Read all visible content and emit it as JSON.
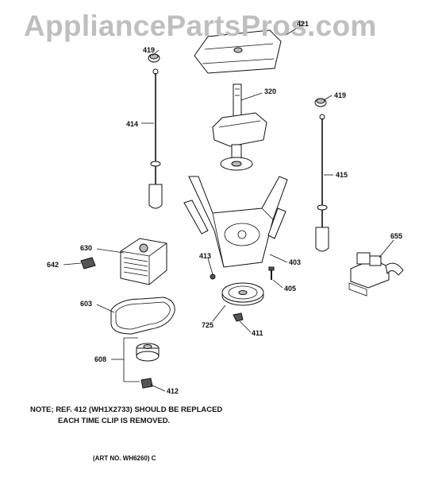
{
  "watermark": "AppliancePartsPros.com",
  "labels": {
    "p421": "421",
    "p419a": "419",
    "p419b": "419",
    "p414": "414",
    "p415": "415",
    "p320": "320",
    "p630": "630",
    "p642": "642",
    "p413": "413",
    "p403": "403",
    "p655": "655",
    "p405": "405",
    "p603": "603",
    "p725": "725",
    "p411": "411",
    "p608": "608",
    "p412": "412"
  },
  "note": {
    "line1": "NOTE; REF. 412 (WH1X2733) SHOULD BE REPLACED",
    "line2": "EACH TIME CLIP IS REMOVED."
  },
  "art_number": "(ART NO. WH6260) C"
}
